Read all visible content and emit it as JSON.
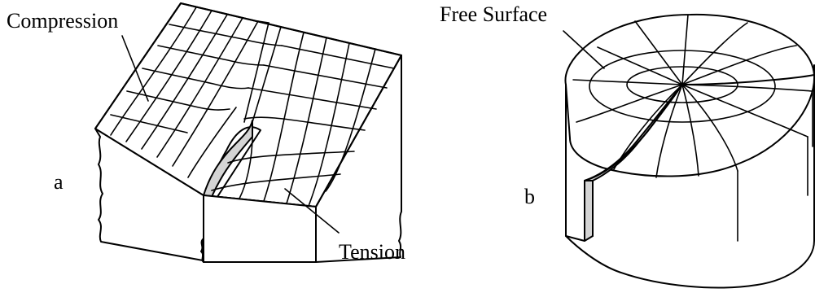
{
  "figure_a": {
    "panel_label": "a",
    "compression_label": "Compression",
    "tension_label": "Tension"
  },
  "figure_b": {
    "panel_label": "b",
    "surface_label": "Free Surface"
  },
  "colors": {
    "line": "#000000",
    "crack_face": "#d4d4d4",
    "background": "#ffffff"
  }
}
